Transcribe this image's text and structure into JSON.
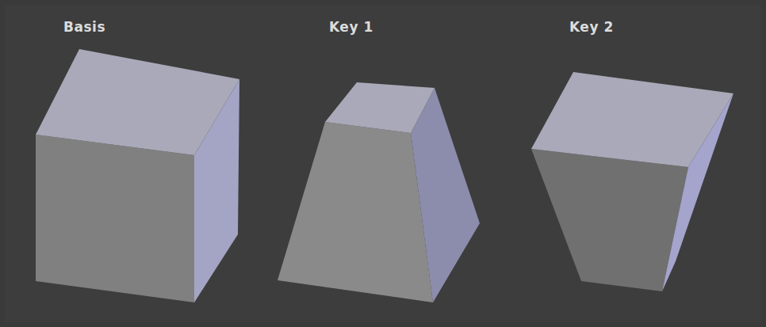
{
  "diagram": {
    "labels": [
      "Basis",
      "Key 1",
      "Key 2"
    ]
  }
}
